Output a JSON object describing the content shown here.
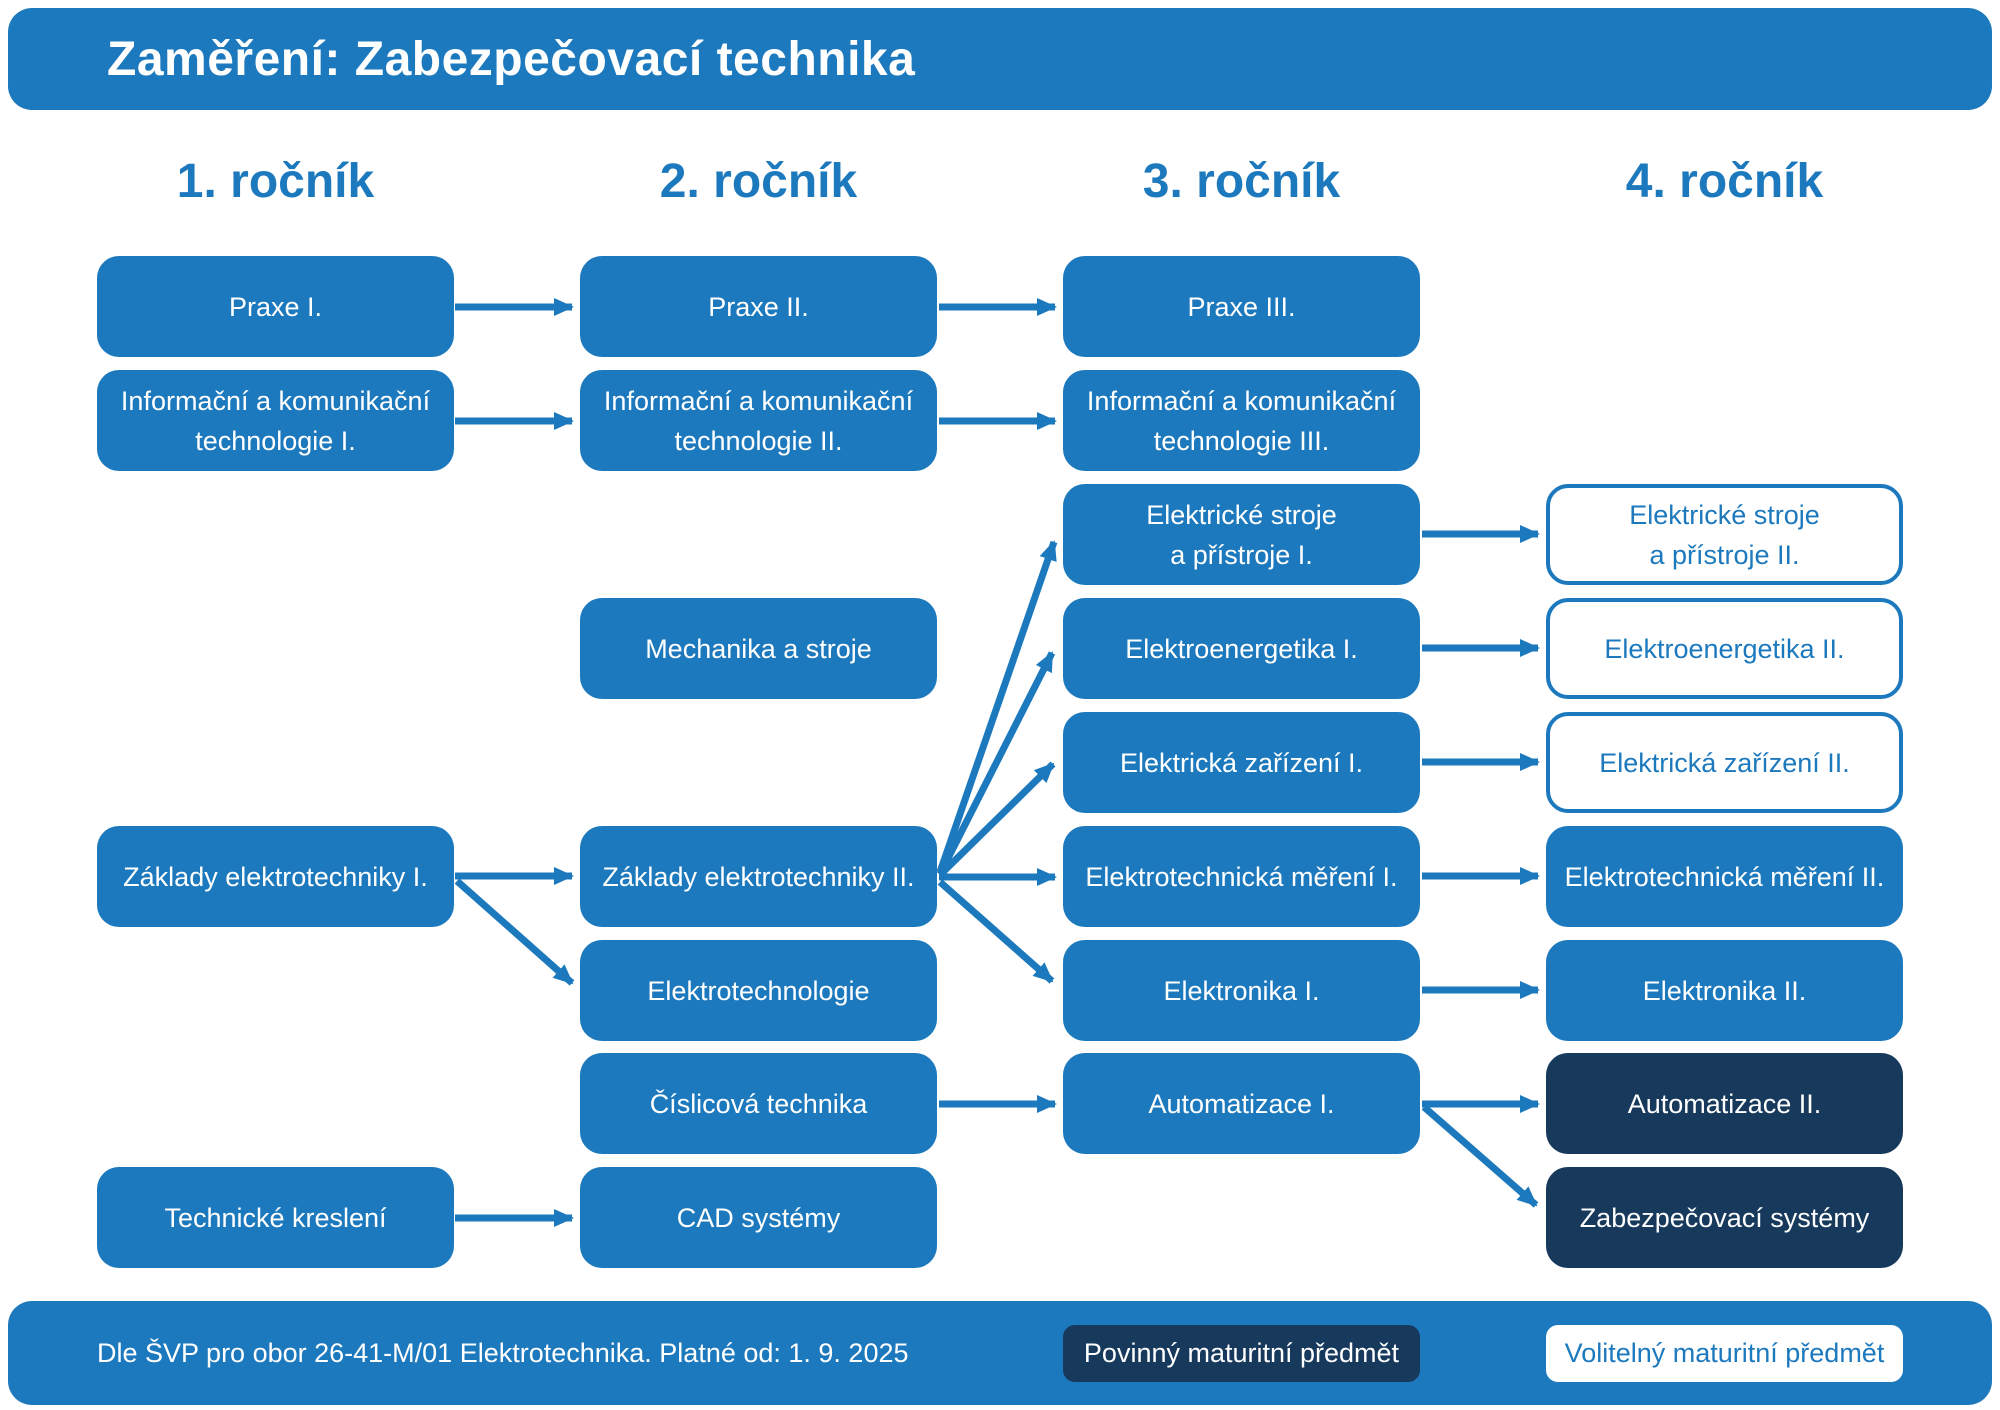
{
  "header": {
    "title": "Zaměření: Zabezpečovací technika"
  },
  "columns": [
    {
      "label": "1. ročník"
    },
    {
      "label": "2. ročník"
    },
    {
      "label": "3. ročník"
    },
    {
      "label": "4. ročník"
    }
  ],
  "boxes": [
    {
      "label": "Praxe I.",
      "year": 1,
      "type": "standard"
    },
    {
      "label": "Informační a komunikační\ntechnologie I.",
      "year": 1,
      "type": "standard"
    },
    {
      "label": "Základy elektrotechniky I.",
      "year": 1,
      "type": "standard"
    },
    {
      "label": "Technické kreslení",
      "year": 1,
      "type": "standard"
    },
    {
      "label": "Praxe II.",
      "year": 2,
      "type": "standard"
    },
    {
      "label": "Informační a komunikační\ntechnologie II.",
      "year": 2,
      "type": "standard"
    },
    {
      "label": "Mechanika a stroje",
      "year": 2,
      "type": "standard"
    },
    {
      "label": "Základy elektrotechniky II.",
      "year": 2,
      "type": "standard"
    },
    {
      "label": "Elektrotechnologie",
      "year": 2,
      "type": "standard"
    },
    {
      "label": "Číslicová technika",
      "year": 2,
      "type": "standard"
    },
    {
      "label": "CAD systémy",
      "year": 2,
      "type": "standard"
    },
    {
      "label": "Praxe III.",
      "year": 3,
      "type": "standard"
    },
    {
      "label": "Informační a komunikační\ntechnologie III.",
      "year": 3,
      "type": "standard"
    },
    {
      "label": "Elektrické stroje\na přístroje I.",
      "year": 3,
      "type": "standard"
    },
    {
      "label": "Elektroenergetika I.",
      "year": 3,
      "type": "standard"
    },
    {
      "label": "Elektrická zařízení I.",
      "year": 3,
      "type": "standard"
    },
    {
      "label": "Elektrotechnická měření I.",
      "year": 3,
      "type": "standard"
    },
    {
      "label": "Elektronika I.",
      "year": 3,
      "type": "standard"
    },
    {
      "label": "Automatizace I.",
      "year": 3,
      "type": "standard"
    },
    {
      "label": "Elektrické stroje\na přístroje II.",
      "year": 4,
      "type": "optional-maturita"
    },
    {
      "label": "Elektroenergetika II.",
      "year": 4,
      "type": "optional-maturita"
    },
    {
      "label": "Elektrická zařízení II.",
      "year": 4,
      "type": "optional-maturita"
    },
    {
      "label": "Elektrotechnická měření II.",
      "year": 4,
      "type": "standard"
    },
    {
      "label": "Elektronika II.",
      "year": 4,
      "type": "standard"
    },
    {
      "label": "Automatizace II.",
      "year": 4,
      "type": "required-maturita"
    },
    {
      "label": "Zabezpečovací systémy",
      "year": 4,
      "type": "required-maturita"
    }
  ],
  "footer": {
    "note": "Dle ŠVP pro obor 26-41-M/01 Elektrotechnika. Platné od: 1. 9. 2025",
    "legend_required": "Povinný maturitní předmět",
    "legend_optional": "Volitelný maturitní předmět"
  },
  "colors": {
    "accent": "#1d79bd",
    "navy": "#16395c"
  }
}
